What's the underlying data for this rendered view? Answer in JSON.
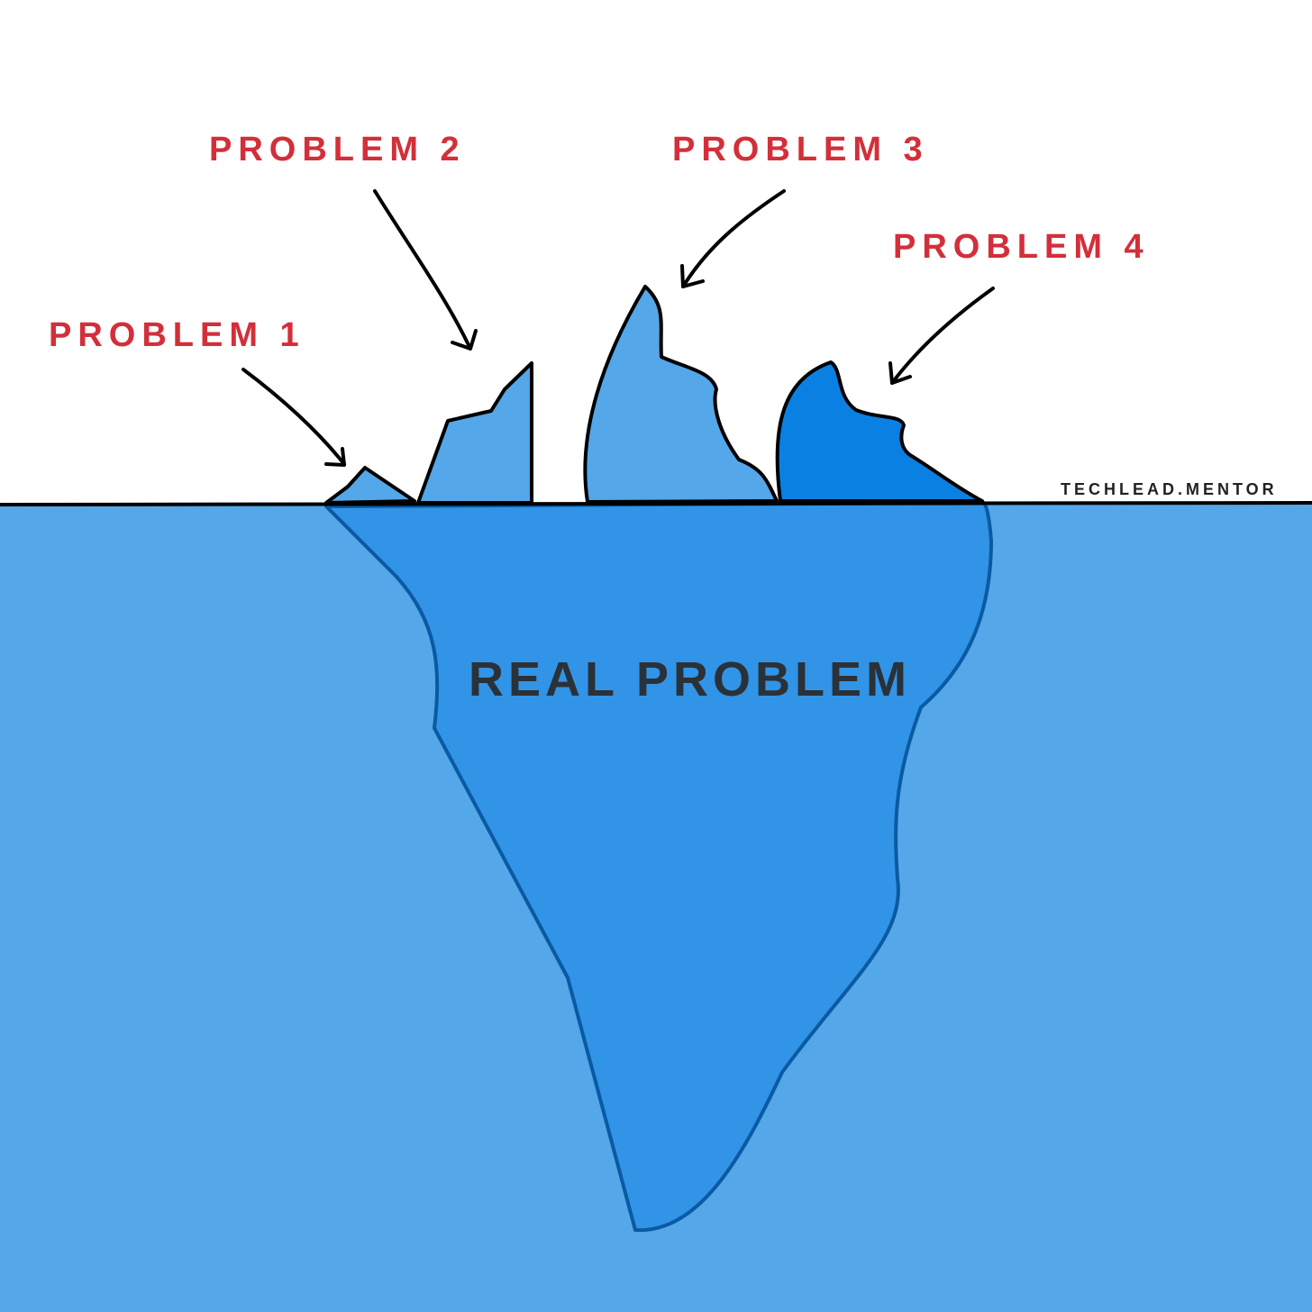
{
  "labels": {
    "problem_1": "PROBLEM 1",
    "problem_2": "PROBLEM 2",
    "problem_3": "PROBLEM 3",
    "problem_4": "PROBLEM 4",
    "real_problem": "REAL PROBLEM",
    "brand": "TECHLEAD.MENTOR"
  },
  "colors": {
    "background": "#ffffff",
    "water": "#54a7e8",
    "iceberg_underwater": "#3194e7",
    "iceberg_underwater_outline": "#0a5aa3",
    "peak_light": "#54a7e8",
    "peak_dark": "#0a80e2",
    "outline": "#000000",
    "problem_text": "#d32f3a",
    "real_problem_text": "#2b3138",
    "brand_text": "#222222"
  }
}
